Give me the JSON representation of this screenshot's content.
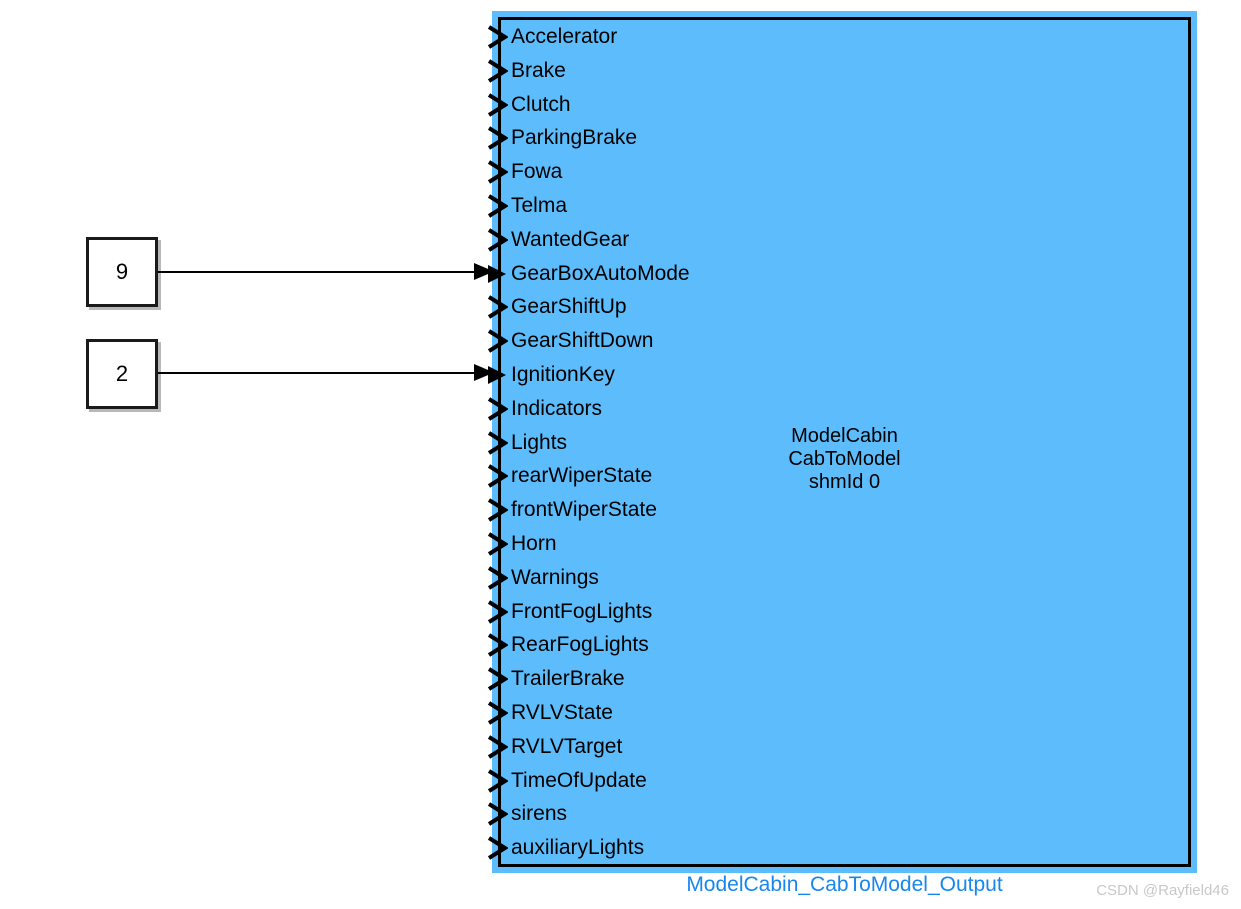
{
  "diagram": {
    "type": "simulink-block-diagram",
    "background_color": "#ffffff"
  },
  "main_block": {
    "name": "ModelCabin_CabToModel_Output",
    "fill_color": "#5cbcfc",
    "border_color": "#000000",
    "selected_highlight_color": "#5cbcfc",
    "center_label": "ModelCabin\nCabToModel\nshmId 0",
    "center_label_lines": [
      "ModelCabin",
      "CabToModel",
      "shmId 0"
    ],
    "caption": "ModelCabin_CabToModel_Output",
    "caption_color": "#1787ef",
    "ports": [
      {
        "index": 1,
        "label": "Accelerator",
        "connected": false,
        "arrow": "port-arrow-open"
      },
      {
        "index": 2,
        "label": "Brake",
        "connected": false,
        "arrow": "port-arrow-open"
      },
      {
        "index": 3,
        "label": "Clutch",
        "connected": false,
        "arrow": "port-arrow-open"
      },
      {
        "index": 4,
        "label": "ParkingBrake",
        "connected": false,
        "arrow": "port-arrow-open"
      },
      {
        "index": 5,
        "label": "Fowa",
        "connected": false,
        "arrow": "port-arrow-open"
      },
      {
        "index": 6,
        "label": "Telma",
        "connected": false,
        "arrow": "port-arrow-open"
      },
      {
        "index": 7,
        "label": "WantedGear",
        "connected": false,
        "arrow": "port-arrow-open"
      },
      {
        "index": 8,
        "label": "GearBoxAutoMode",
        "connected": true,
        "arrow": "port-arrow-filled"
      },
      {
        "index": 9,
        "label": "GearShiftUp",
        "connected": false,
        "arrow": "port-arrow-open"
      },
      {
        "index": 10,
        "label": "GearShiftDown",
        "connected": false,
        "arrow": "port-arrow-open"
      },
      {
        "index": 11,
        "label": "IgnitionKey",
        "connected": true,
        "arrow": "port-arrow-filled"
      },
      {
        "index": 12,
        "label": "Indicators",
        "connected": false,
        "arrow": "port-arrow-open"
      },
      {
        "index": 13,
        "label": "Lights",
        "connected": false,
        "arrow": "port-arrow-open"
      },
      {
        "index": 14,
        "label": "rearWiperState",
        "connected": false,
        "arrow": "port-arrow-open"
      },
      {
        "index": 15,
        "label": "frontWiperState",
        "connected": false,
        "arrow": "port-arrow-open"
      },
      {
        "index": 16,
        "label": "Horn",
        "connected": false,
        "arrow": "port-arrow-open"
      },
      {
        "index": 17,
        "label": "Warnings",
        "connected": false,
        "arrow": "port-arrow-open"
      },
      {
        "index": 18,
        "label": "FrontFogLights",
        "connected": false,
        "arrow": "port-arrow-open"
      },
      {
        "index": 19,
        "label": "RearFogLights",
        "connected": false,
        "arrow": "port-arrow-open"
      },
      {
        "index": 20,
        "label": "TrailerBrake",
        "connected": false,
        "arrow": "port-arrow-open"
      },
      {
        "index": 21,
        "label": "RVLVState",
        "connected": false,
        "arrow": "port-arrow-open"
      },
      {
        "index": 22,
        "label": "RVLVTarget",
        "connected": false,
        "arrow": "port-arrow-open"
      },
      {
        "index": 23,
        "label": "TimeOfUpdate",
        "connected": false,
        "arrow": "port-arrow-open"
      },
      {
        "index": 24,
        "label": "sirens",
        "connected": false,
        "arrow": "port-arrow-open"
      },
      {
        "index": 25,
        "label": "auxiliaryLights",
        "connected": false,
        "arrow": "port-arrow-open"
      }
    ]
  },
  "constant_blocks": [
    {
      "value": "9",
      "target_port": "GearBoxAutoMode"
    },
    {
      "value": "2",
      "target_port": "IgnitionKey"
    }
  ],
  "watermark": {
    "text": "CSDN @Rayfield46",
    "color": "#c8c8c8"
  }
}
